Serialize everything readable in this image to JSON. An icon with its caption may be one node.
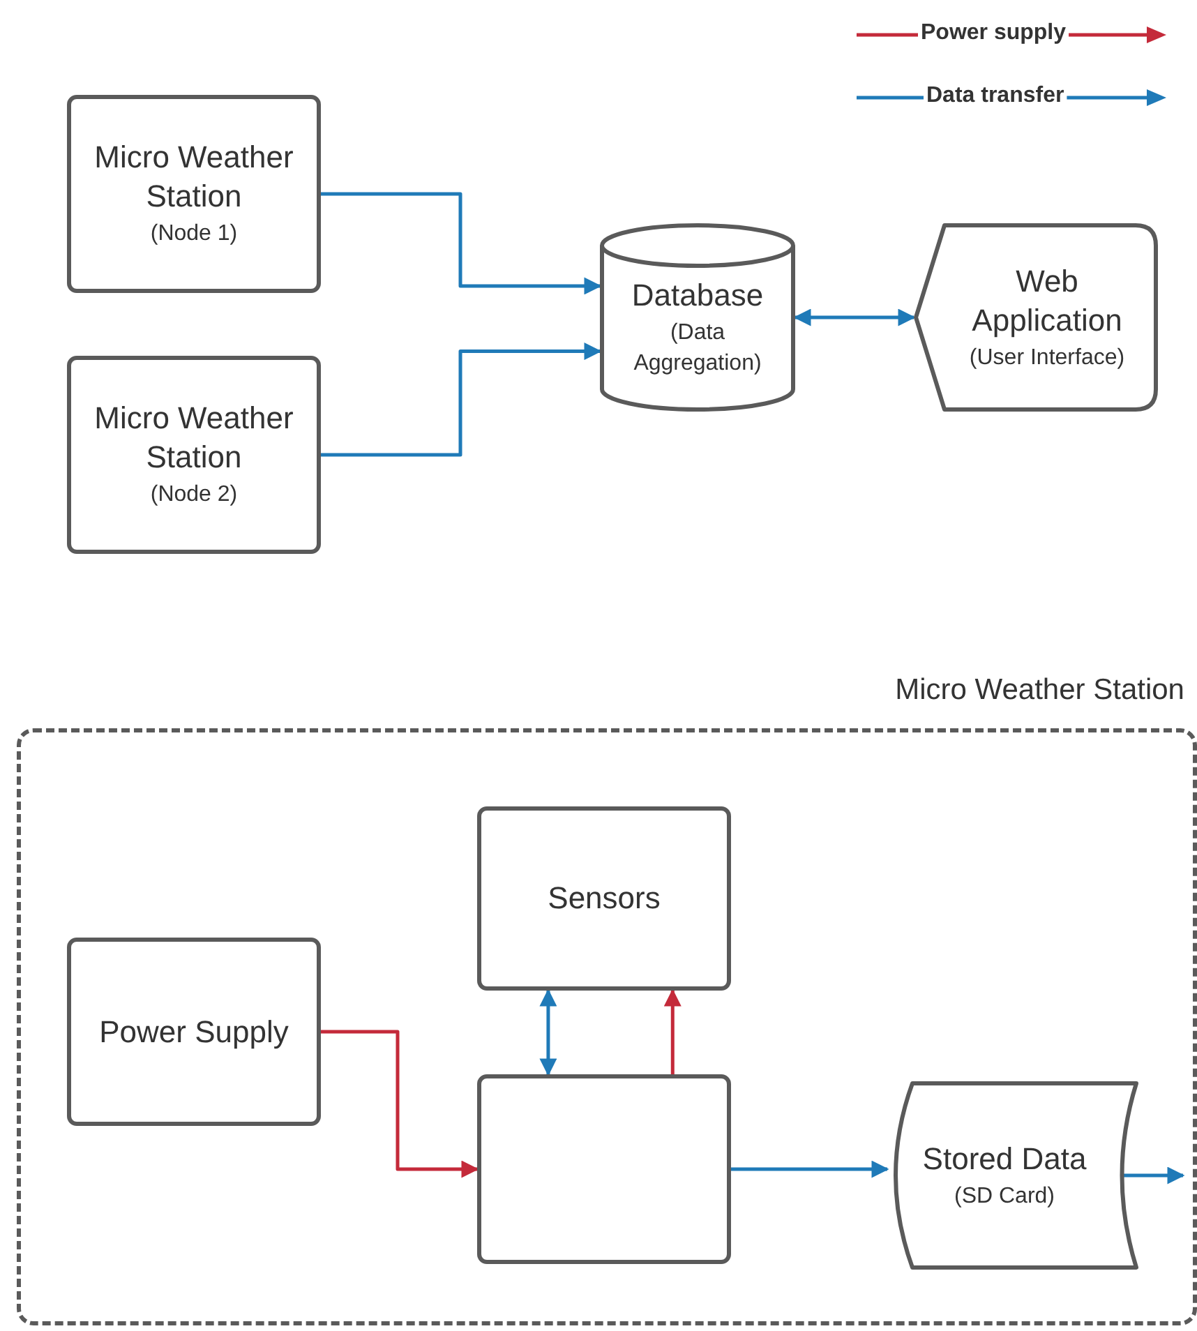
{
  "diagram": {
    "nodes": [
      {
        "text": [
          "Micro Weather Station",
          "(Node 1)"
        ]
      },
      {
        "text": [
          "Micro Weather Station",
          "(Node 2)"
        ]
      },
      {
        "text": [
          "Database",
          "(Data Aggregation)"
        ]
      },
      {
        "text": [
          "Web Application",
          "(User Interface)"
        ]
      },
      {
        "text": [
          "Micro Weather Station"
        ]
      },
      {
        "text": [
          "Power Supply"
        ],
        "in": 4
      },
      {
        "text": [
          "Sensors"
        ],
        "in": 4
      },
      {
        "text": [],
        "shape": "box",
        "in": 4
      },
      {
        "text": [
          "Stored Data",
          "(SD Card)"
        ],
        "in": 4
      }
    ],
    "edges": [
      {
        "from": 0,
        "to": 2,
        "arrow": "to"
      },
      {
        "from": 1,
        "to": 2,
        "arrow": "to"
      },
      {
        "from": 2,
        "to": 3,
        "arrow": "both"
      },
      {
        "from": 5,
        "to": 7,
        "arrow": "to",
        "color": "#c42a3a"
      },
      {
        "from": 7,
        "to": 6,
        "arrow": "both"
      },
      {
        "from": 7,
        "to": 6,
        "arrow": "to",
        "color": "#c42a3a"
      },
      {
        "from": 7,
        "to": 8,
        "arrow": "to"
      },
      {
        "from": 8,
        "to": null,
        "arrow": "to"
      }
    ],
    "legend": [
      {
        "text": "Power supply"
      },
      {
        "text": "Data transfer"
      }
    ]
  }
}
